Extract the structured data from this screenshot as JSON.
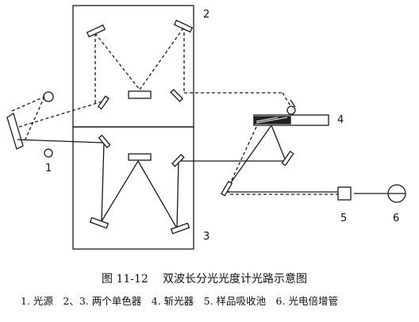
{
  "diagram": {
    "title": "双波长分光光度计光路示意图",
    "figure_number": "图 11-12",
    "legend": "1. 光源　2、3. 两个单色器　4. 斩光器　5. 样品吸收池　6. 光电倍增管",
    "labels": {
      "light_source": "1",
      "monochromator_a": "2",
      "monochromator_b": "3",
      "chopper": "4",
      "sample_cell": "5",
      "photomultiplier": "6"
    },
    "colors": {
      "ink": "#1a1a1a",
      "background": "#ffffff"
    }
  }
}
